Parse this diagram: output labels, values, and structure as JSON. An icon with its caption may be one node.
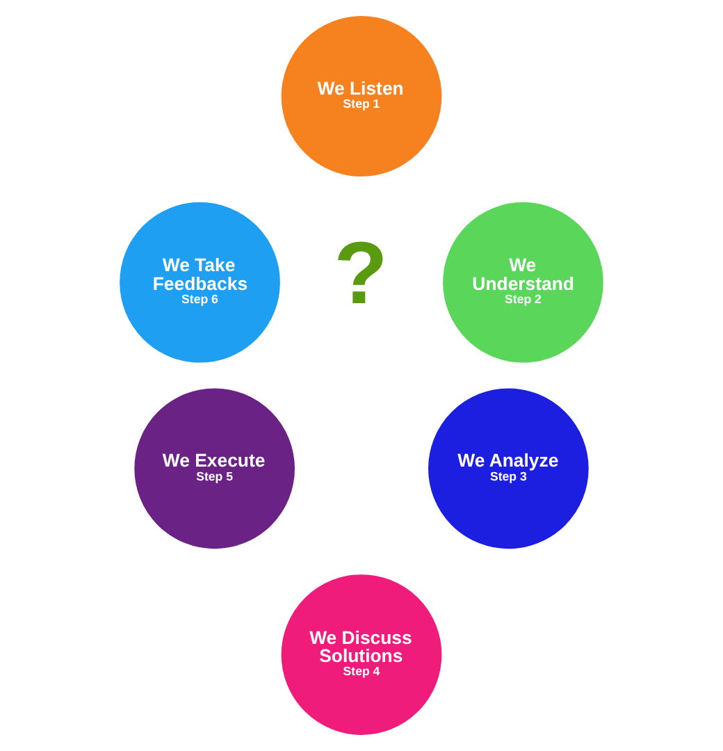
{
  "diagram": {
    "nodes": [
      {
        "text": [
          "We Listen",
          "Step 1"
        ]
      },
      {
        "text": [
          "We Take Feedbacks",
          "Step 6"
        ]
      },
      {
        "text": [
          "?"
        ]
      },
      {
        "text": [
          "We Understand",
          "Step 2"
        ]
      },
      {
        "text": [
          "We Execute",
          "Step 5"
        ]
      },
      {
        "text": [
          "We Analyze",
          "Step 3"
        ]
      },
      {
        "text": [
          "We Discuss Solutions",
          "Step 4"
        ]
      }
    ]
  }
}
